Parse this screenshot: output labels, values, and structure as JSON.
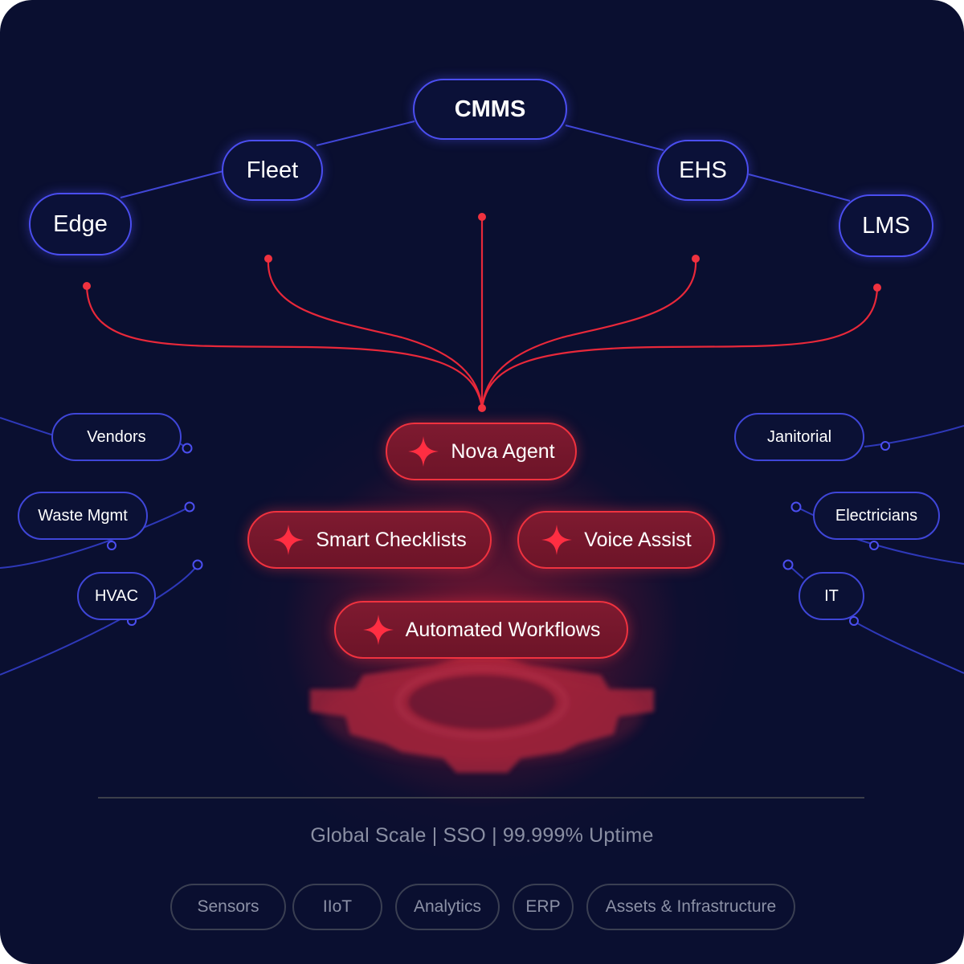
{
  "top_nodes": {
    "cmms": "CMMS",
    "fleet": "Fleet",
    "ehs": "EHS",
    "edge": "Edge",
    "lms": "LMS"
  },
  "side_nodes_left": {
    "vendors": "Vendors",
    "waste": "Waste Mgmt",
    "hvac": "HVAC"
  },
  "side_nodes_right": {
    "janitorial": "Janitorial",
    "electricians": "Electricians",
    "it": "IT"
  },
  "features": {
    "nova_agent": "Nova Agent",
    "smart_checklists": "Smart Checklists",
    "voice_assist": "Voice Assist",
    "automated_workflows": "Automated Workflows"
  },
  "footer": {
    "stats": "Global Scale | SSO | 99.999% Uptime",
    "tags": [
      "Sensors",
      "IIoT",
      "Analytics",
      "ERP",
      "Assets & Infrastructure"
    ]
  },
  "colors": {
    "background": "#0a0f30",
    "blue_accent": "#4b4ef0",
    "red_accent": "#f0323f",
    "grey_text": "#8c91a6"
  },
  "icons": {
    "feature_icon": "sparkle-icon",
    "bottom_graphic": "gear-icon"
  }
}
